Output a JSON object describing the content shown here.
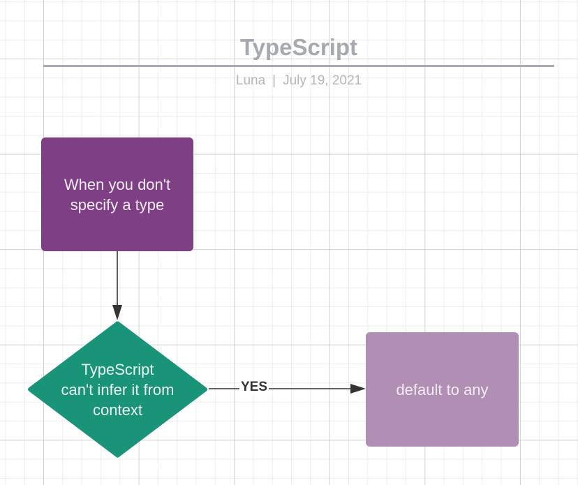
{
  "header": {
    "title": "TypeScript",
    "author": "Luna",
    "separator": "|",
    "date": "July 19, 2021"
  },
  "nodes": {
    "start": {
      "text": "When you don't specify a type",
      "shape": "rounded-rectangle",
      "color": "#7f3f85"
    },
    "decision": {
      "line1": "TypeScript",
      "line2": "can't infer it from",
      "line3": "context",
      "shape": "diamond",
      "color": "#1a9479"
    },
    "end": {
      "text": "default to any",
      "shape": "rounded-rectangle",
      "color": "#b18fb4"
    }
  },
  "edges": [
    {
      "from": "start",
      "to": "decision",
      "label": ""
    },
    {
      "from": "decision",
      "to": "end",
      "label": "YES"
    }
  ],
  "colors": {
    "title": "#a5a9b0",
    "rule": "#a7a9b3",
    "connector": "#333333"
  }
}
